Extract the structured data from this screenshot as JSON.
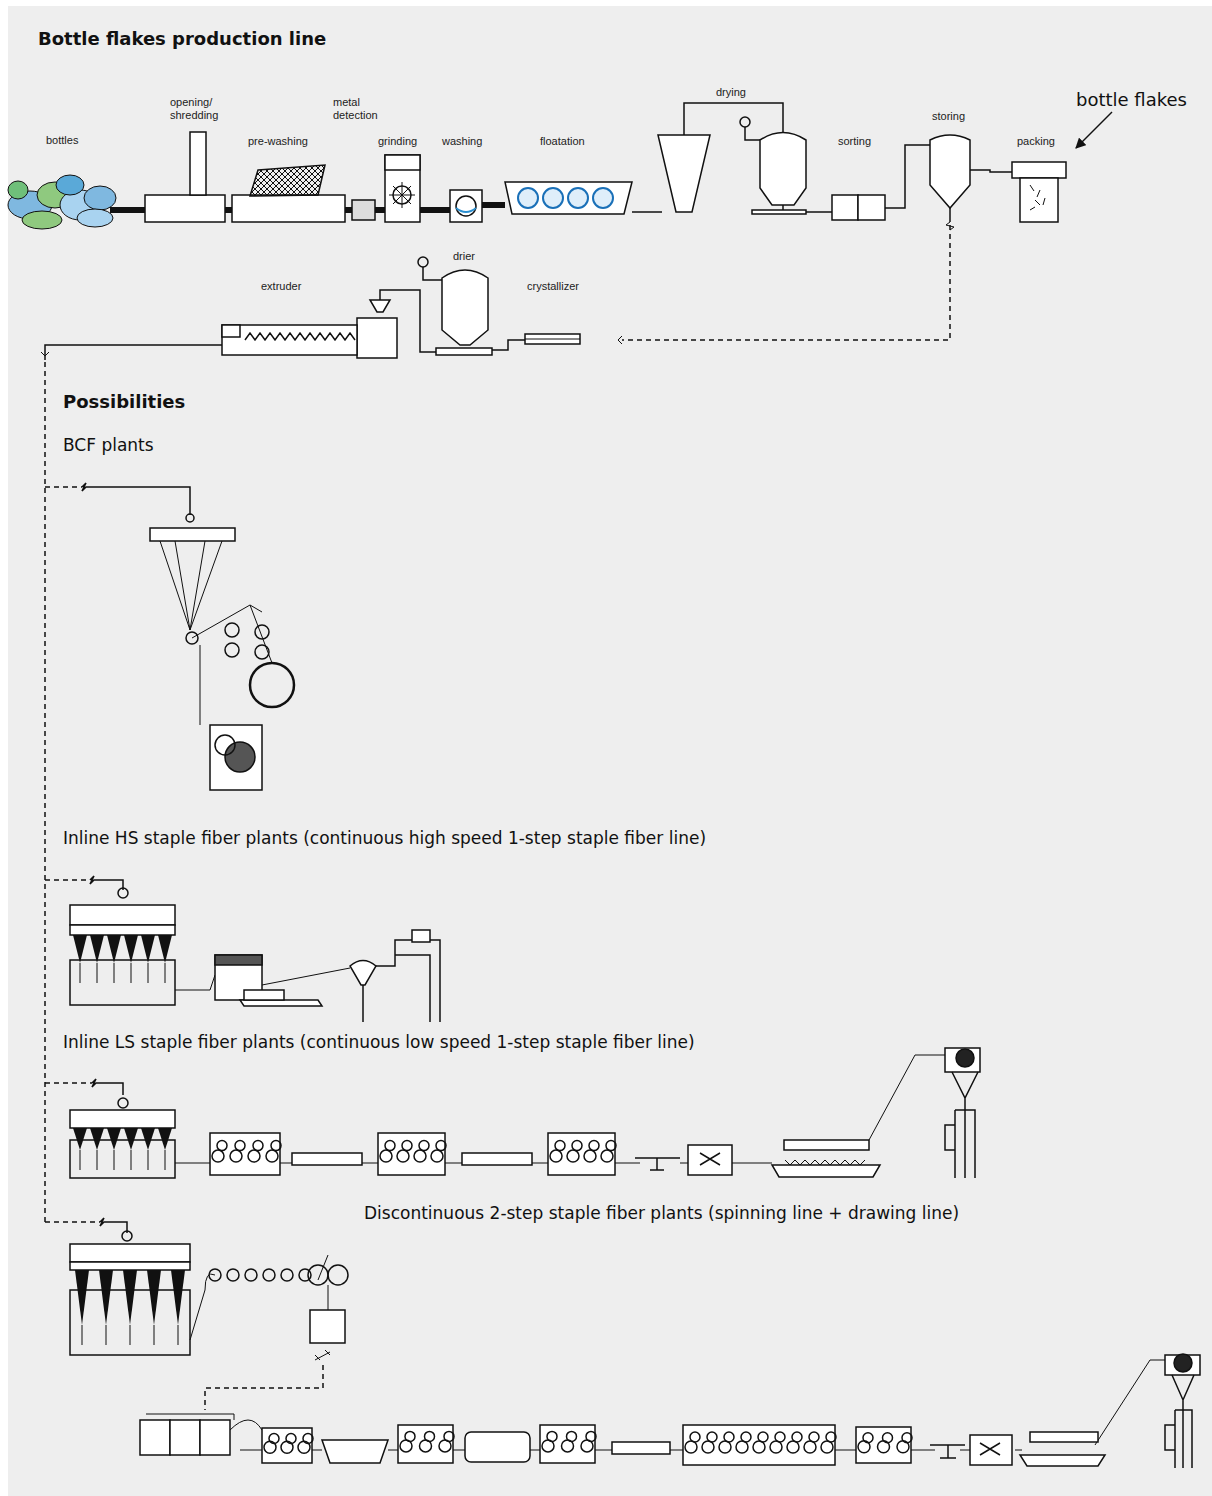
{
  "diagram": {
    "title": "Bottle flakes production line",
    "labels": [
      "bottles",
      "opening/ shredding",
      "metal detection",
      "pre-washing",
      "grinding",
      "washing",
      "floatation",
      "drying",
      "sorting",
      "storing",
      "packing",
      "bottle flakes",
      "extruder",
      "drier",
      "crystallizer",
      "Possibilities",
      "BCF plants",
      "Inline HS staple fiber plants (continuous high speed 1-step staple fiber line)",
      "Inline LS staple fiber plants (continuous low speed 1-step staple fiber line)",
      "Discontinuous 2-step staple fiber plants (spinning line + drawing line)"
    ]
  }
}
